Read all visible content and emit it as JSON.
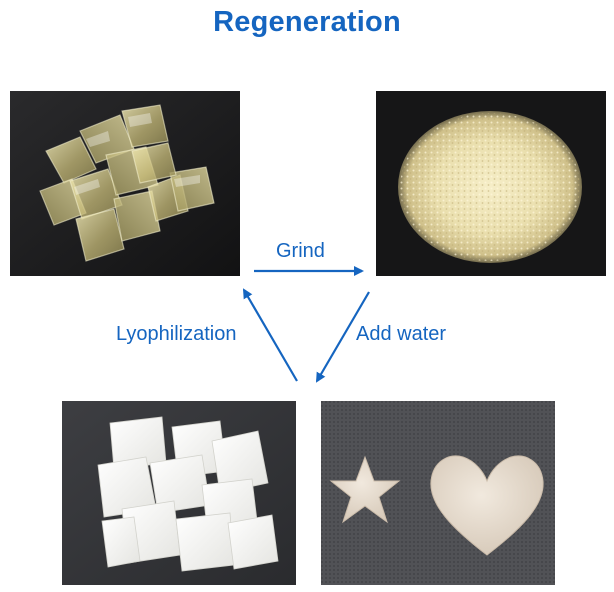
{
  "title": "Regeneration",
  "colors": {
    "accent": "#1565c0",
    "photo_background_dark": "#1c1c1e",
    "photo_background_grey": "#4e4f53"
  },
  "steps": {
    "grind": "Grind",
    "add_water": "Add water",
    "lyophilization": "Lyophilization"
  },
  "photos": [
    {
      "name": "transparent-hydrogel-cubes-photo",
      "subject": "transparent hydrogel cubes"
    },
    {
      "name": "ground-powder-photo",
      "subject": "ground yellow-white powder"
    },
    {
      "name": "lyophilized-sheets-photo",
      "subject": "white lyophilized sheets"
    },
    {
      "name": "shaped-gel-photo",
      "subject": "star and heart shaped gels"
    }
  ]
}
